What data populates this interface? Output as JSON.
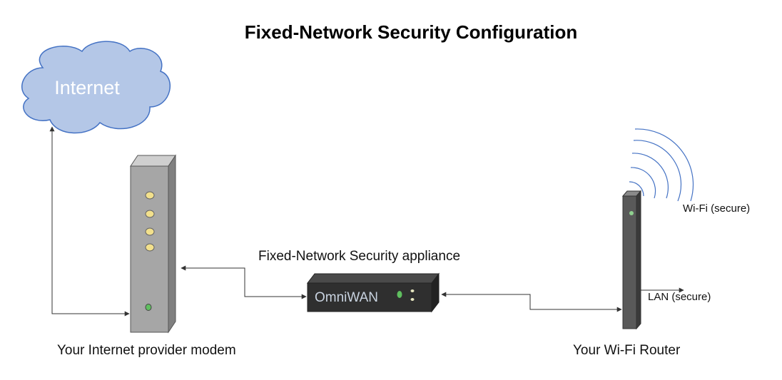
{
  "diagram": {
    "title": "Fixed-Network Security Configuration",
    "nodes": {
      "internet": {
        "label": "Internet"
      },
      "modem": {
        "caption": "Your Internet provider modem"
      },
      "appliance": {
        "caption": "Fixed-Network Security appliance",
        "brand": "OmniWAN"
      },
      "router": {
        "caption": "Your Wi-Fi Router",
        "wifi_label": "Wi-Fi (secure)",
        "lan_label": "LAN (secure)"
      }
    },
    "colors": {
      "cloud_fill": "#b4c7e7",
      "cloud_stroke": "#4472c4",
      "device_face": "#a6a6a6",
      "device_side": "#808080",
      "led_yellow": "#f2e08c",
      "led_green": "#5fbf5f",
      "appliance_body": "#2f2f2f",
      "wifi_waves": "#4472c4",
      "connector": "#333333"
    }
  }
}
